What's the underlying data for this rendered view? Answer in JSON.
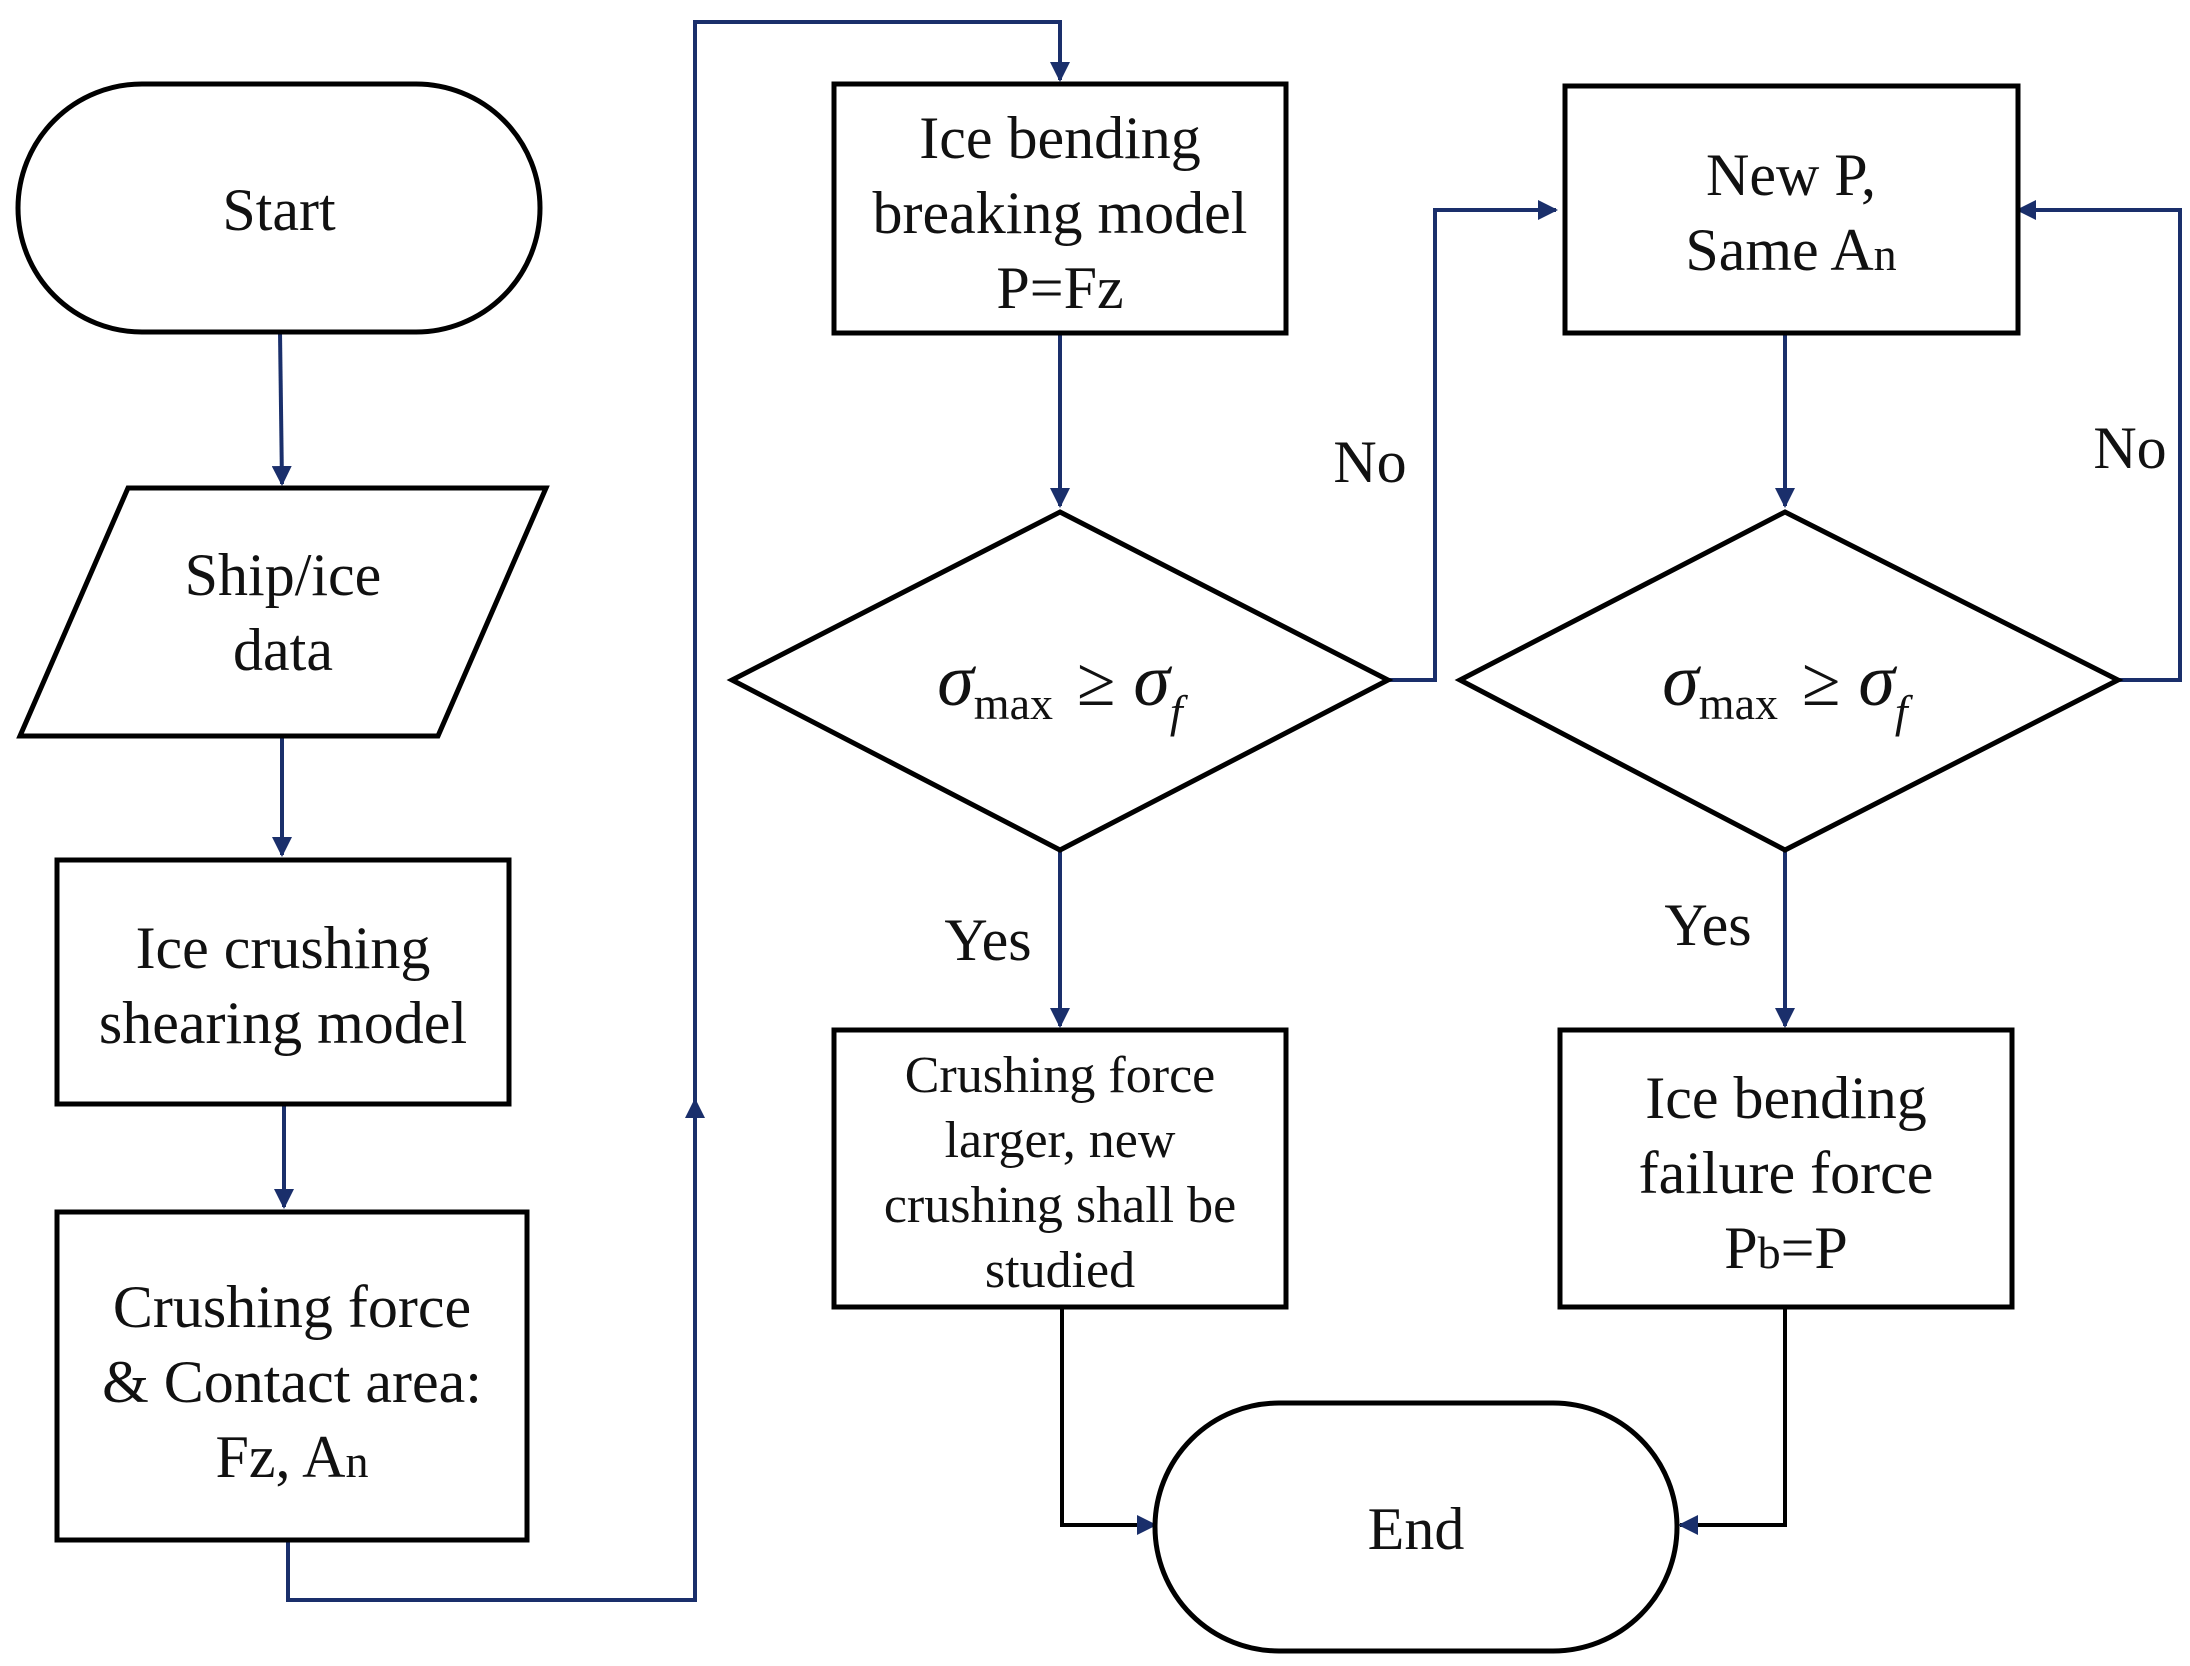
{
  "nodes": {
    "start": "Start",
    "ship_ice_data": [
      "Ship/ice",
      "data"
    ],
    "ice_crushing": [
      "Ice crushing",
      "shearing model"
    ],
    "crushing_force_contact": [
      "Crushing force",
      "& Contact area:",
      "Fz, A"
    ],
    "crushing_force_contact_sub": "n",
    "ice_bending_breaking": [
      "Ice bending",
      "breaking model",
      "P=Fz"
    ],
    "decision_1": {
      "lhs": "σ",
      "lhs_sub": "max",
      "op": "≥",
      "rhs": "σ",
      "rhs_sub": "f"
    },
    "new_p": [
      "New P,",
      "Same A"
    ],
    "new_p_sub": "n",
    "decision_2": {
      "lhs": "σ",
      "lhs_sub": "max",
      "op": "≥",
      "rhs": "σ",
      "rhs_sub": "f"
    },
    "crushing_larger": [
      "Crushing force",
      "larger, new",
      "crushing shall be",
      "studied"
    ],
    "ice_bending_failure": [
      "Ice bending",
      "failure force",
      "P",
      "=P"
    ],
    "ice_bending_failure_sub": "b",
    "end": "End"
  },
  "edges": {
    "no_1": "No",
    "no_2": "No",
    "yes_1": "Yes",
    "yes_2": "Yes"
  },
  "colors": {
    "connector": "#1a2f6b",
    "shape_stroke": "#000000"
  }
}
